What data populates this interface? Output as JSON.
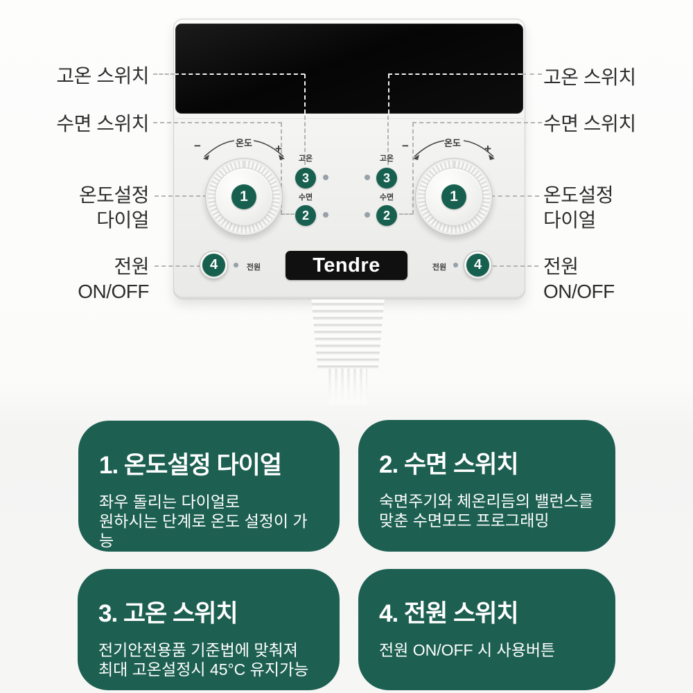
{
  "device": {
    "brand": "Tendre",
    "dial_word": "온도",
    "dial_minus": "−",
    "dial_plus": "+",
    "badge_dial": "1",
    "badge_sleep": "2",
    "badge_high": "3",
    "badge_power": "4",
    "btn_high_label": "고온",
    "btn_sleep_label": "수면",
    "btn_power_label": "전원"
  },
  "callouts": {
    "left": {
      "high": "고온 스위치",
      "sleep": "수면 스위치",
      "dial_line1": "온도설정",
      "dial_line2": "다이얼",
      "power_line1": "전원",
      "power_line2": "ON/OFF"
    },
    "right": {
      "high": "고온 스위치",
      "sleep": "수면 스위치",
      "dial_line1": "온도설정",
      "dial_line2": "다이얼",
      "power_line1": "전원",
      "power_line2": "ON/OFF"
    }
  },
  "cards": [
    {
      "title": "1. 온도설정 다이얼",
      "body_line1": "좌우 돌리는 다이얼로",
      "body_line2": "원하시는 단계로 온도 설정이 가능"
    },
    {
      "title": "2. 수면 스위치",
      "body_line1": "숙면주기와 체온리듬의 밸런스를",
      "body_line2": "맞춘 수면모드 프로그래밍"
    },
    {
      "title": "3. 고온 스위치",
      "body_line1": "전기안전용품 기준법에 맞춰져",
      "body_line2": "최대 고온설정시 45°C 유지가능"
    },
    {
      "title": "4. 전원 스위치",
      "body_line1": "전원 ON/OFF 시 사용버튼",
      "body_line2": ""
    }
  ],
  "colors": {
    "card_bg": "#1d6052",
    "badge_bg": "#17604f",
    "display_bg": "#0b0b0b",
    "logo_bg": "#101010",
    "label_text": "#2d2d2d",
    "leader_gray": "#b3b3b3",
    "leader_white": "#f2f2f2"
  }
}
